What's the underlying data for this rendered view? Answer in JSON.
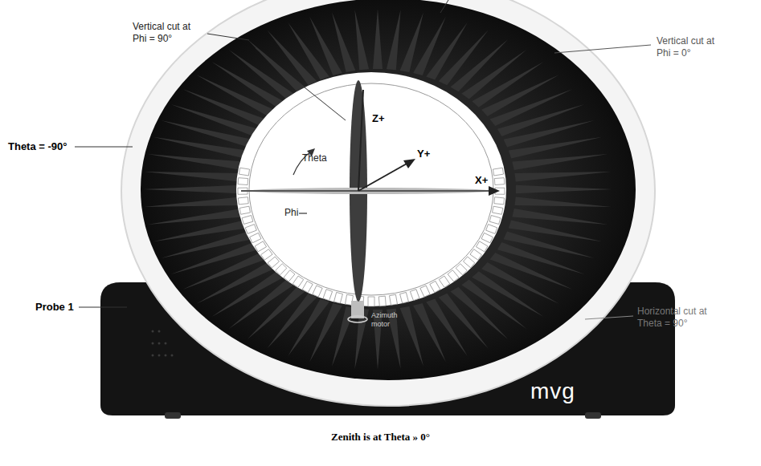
{
  "diagram": {
    "caption": "Zenith is at Theta » 0°",
    "labels": [
      "Vertical cut at Phi = 90°",
      "Vertical cut at Phi = 0°",
      "Theta = -90°",
      "Horizontal cut at Theta = 90°",
      "Probe 1",
      "Theta",
      "Phi",
      "Z+",
      "Y+",
      "X+",
      "Azimuth motor",
      "mvg"
    ]
  }
}
